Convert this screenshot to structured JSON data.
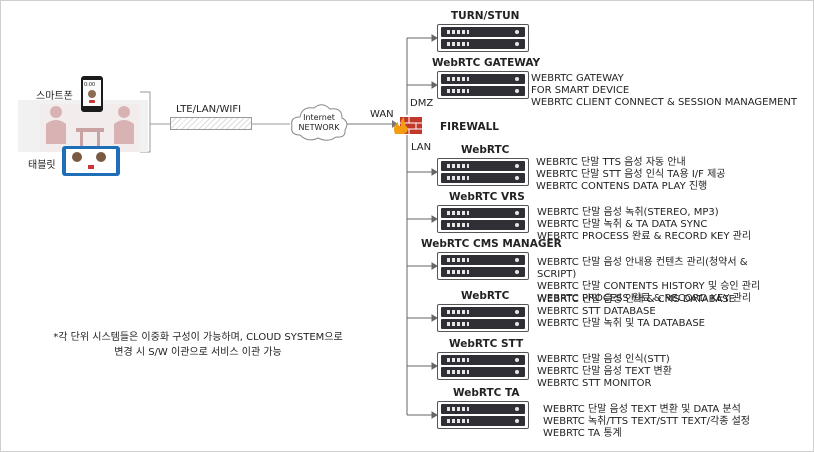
{
  "devices": {
    "smartphone_label": "스마트폰",
    "tablet_label": "태블릿",
    "phone_screen_text": "0:00"
  },
  "connection_label": "LTE/LAN/WIFI",
  "cloud": {
    "line1": "Internet",
    "line2": "NETWORK"
  },
  "zones": {
    "wan": "WAN",
    "dmz": "DMZ",
    "lan": "LAN",
    "firewall": "FIREWALL"
  },
  "servers": [
    {
      "title": "TURN/STUN",
      "lines": []
    },
    {
      "title": "WebRTC GATEWAY",
      "lines": [
        "WEBRTC GATEWAY",
        "FOR SMART DEVICE",
        "WEBRTC CLIENT CONNECT & SESSION MANAGEMENT"
      ]
    },
    {
      "title": "WebRTC",
      "lines": [
        "WEBRTC 단말 TTS 음성 자동 안내",
        "WEBRTC 단말 STT 음성 인식 TA용 I/F 제공",
        "WEBRTC CONTENS DATA PLAY 진행"
      ]
    },
    {
      "title": "WebRTC VRS",
      "lines": [
        "WEBRTC 단말 음성 녹취(STEREO, MP3)",
        "WEBRTC 단말 녹취 & TA DATA SYNC",
        "WEBRTC PROCESS 완료 & RECORD KEY 관리"
      ]
    },
    {
      "title": "WebRTC CMS MANAGER",
      "lines": [
        "WEBRTC 단말 음성 안내용 컨텐츠 관리(청약서 &",
        "SCRIPT)",
        "WEBRTC 단말 CONTENTS HISTORY 및 승인 관리",
        "WEBRTC PROCESS 완료 & RECORD KEY 관리"
      ]
    },
    {
      "title": "WebRTC",
      "lines": [
        "WEBRTC 단말 음성 안내 & CMS DATABASE",
        "WEBRTC STT DATABASE",
        "WEBRTC 단말 녹취 및 TA DATABASE"
      ]
    },
    {
      "title": "WebRTC STT",
      "lines": [
        "WEBRTC 단말 음성 인식(STT)",
        "WEBRTC 단말 음성 TEXT 변환",
        "WEBRTC STT MONITOR"
      ]
    },
    {
      "title": "WebRTC TA",
      "lines": [
        "WEBRTC 단말 음성 TEXT 변환 및 DATA 분석",
        "WEBRTC 녹취/TTS TEXT/STT TEXT/각종 설정",
        "WEBRTC TA 통계"
      ]
    }
  ],
  "note": {
    "line1": "*각 단위 시스템들은 이중화 구성이 가능하며, CLOUD SYSTEM으로",
    "line2": "변경 시 S/W 이관으로 서비스 이관 가능"
  },
  "colors": {
    "firewall": "#c0392b",
    "flame": "#f39c12",
    "server_body": "#2f2f35",
    "tablet_frame": "#1f6fb8"
  }
}
